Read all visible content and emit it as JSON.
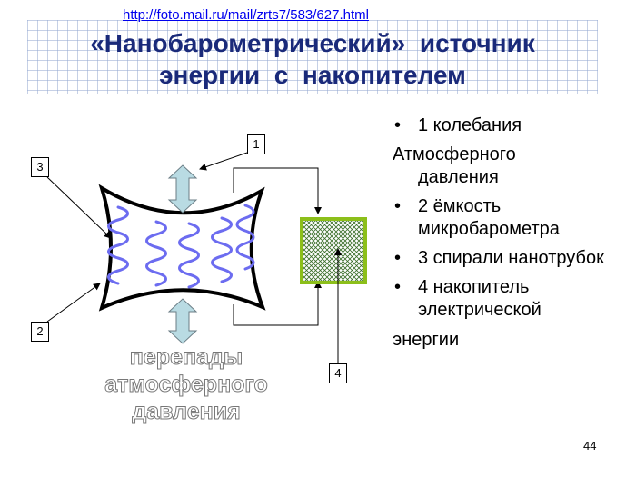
{
  "header": {
    "url": "http://foto.mail.ru/mail/zrts7/583/627.html",
    "title_line1": "«Нанобарометрический»  источник",
    "title_line2": "энергии  с  накопителем"
  },
  "diagram": {
    "labels": {
      "l1": "1",
      "l2": "2",
      "l3": "3",
      "l4": "4"
    },
    "caption": [
      "перепады",
      "атмосферного",
      "давления"
    ],
    "colors": {
      "spring": "#6c6cf0",
      "arrow_fill": "#b9dbe3",
      "accumulator_border": "#8cbf1a",
      "accumulator_hatch": "#3b6e2a"
    }
  },
  "bullets": [
    {
      "type": "bullet",
      "text": "1 колебания"
    },
    {
      "type": "plain",
      "text": "Атмосферного",
      "cont": "давления"
    },
    {
      "type": "bullet",
      "text": "2 ёмкость микробарометра"
    },
    {
      "type": "bullet",
      "text": "3 спирали нанотрубок"
    },
    {
      "type": "bullet",
      "text": "4 накопитель электрической"
    },
    {
      "type": "plain",
      "text": "энергии"
    }
  ],
  "page_number": "44"
}
